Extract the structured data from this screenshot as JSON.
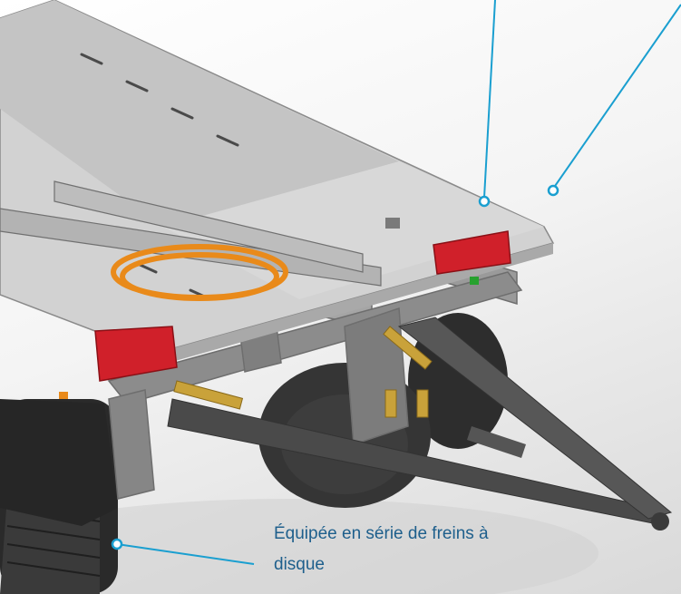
{
  "caption": {
    "text": "Équipée en série de freins à disque",
    "line1": "Équipée en série de freins à",
    "line2": "disque"
  },
  "colors": {
    "callout": "#1a9fd0",
    "caption_text": "#1e5f8c",
    "deck": "#c9c9c9",
    "frame": "#8f8f8f",
    "lamp_red": "#d0202a",
    "hose": "#e98a1a",
    "tire": "#2a2a2a",
    "brass": "#c9a23a"
  },
  "icons": {
    "lamp": "rear-light-icon",
    "marker": "callout-dot-icon"
  }
}
